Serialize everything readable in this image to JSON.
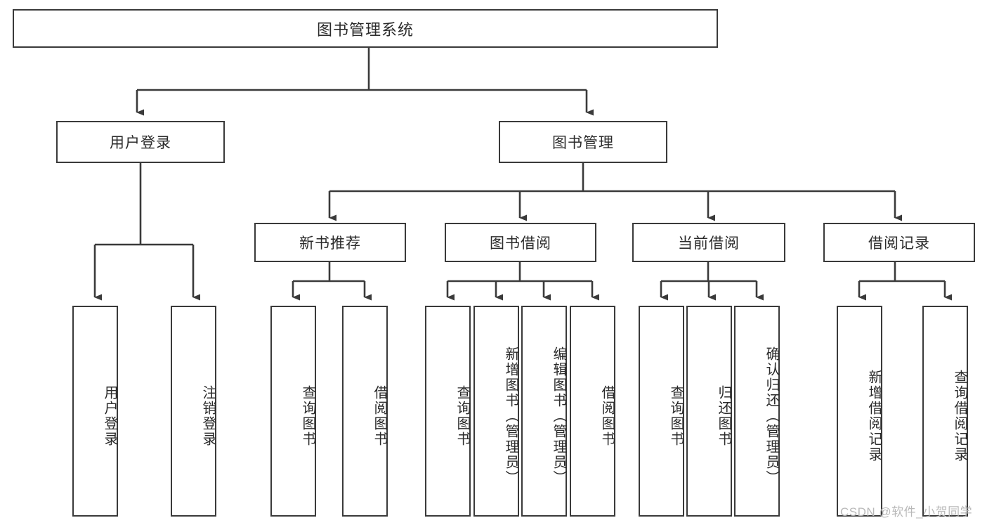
{
  "diagram": {
    "title": "图书管理系统",
    "type": "tree-hierarchy",
    "colors": {
      "background": "#ffffff",
      "stroke": "#3a3a3a",
      "text": "#2b2b2b",
      "watermark": "#b9b9b9"
    },
    "root": {
      "label": "图书管理系统"
    },
    "level2": [
      {
        "label": "用户登录"
      },
      {
        "label": "图书管理"
      }
    ],
    "level3": [
      {
        "label": "新书推荐"
      },
      {
        "label": "图书借阅"
      },
      {
        "label": "当前借阅"
      },
      {
        "label": "借阅记录"
      }
    ],
    "leaves": {
      "user_login": [
        {
          "label": "用户登录"
        },
        {
          "label": "注销登录"
        }
      ],
      "new_book_recommend": [
        {
          "label": "查询图书"
        },
        {
          "label": "借阅图书"
        }
      ],
      "book_borrow": [
        {
          "label": "查询图书"
        },
        {
          "label": "新增图书（管理员）"
        },
        {
          "label": "编辑图书（管理员）"
        },
        {
          "label": "借阅图书"
        }
      ],
      "current_borrow": [
        {
          "label": "查询图书"
        },
        {
          "label": "归还图书"
        },
        {
          "label": "确认归还（管理员）"
        }
      ],
      "borrow_record": [
        {
          "label": "新增借阅记录"
        },
        {
          "label": "查询借阅记录"
        }
      ]
    },
    "watermark": "CSDN @软件_小贺同学"
  }
}
